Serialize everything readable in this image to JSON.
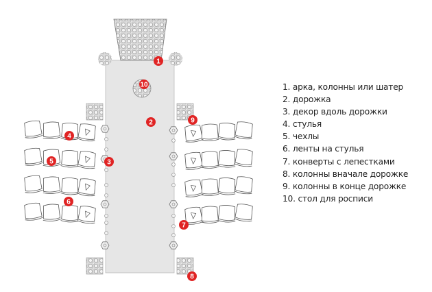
{
  "legend": [
    "1. арка, колонны или шатер",
    "2. дорожка",
    "3. декор вдоль дорожки",
    "4. стулья",
    "5. чехлы",
    "6. ленты на стулья",
    "7. конверты с лепестками",
    "8. колонны вначале дорожке",
    "9. колонны в конце дорожке",
    "10. стол для росписи"
  ],
  "markers": [
    "1",
    "2",
    "3",
    "4",
    "5",
    "6",
    "7",
    "8",
    "9",
    "10"
  ],
  "colors": {
    "marker": "#e02424",
    "aisle": "#e6e6e6",
    "outline": "#666666"
  }
}
